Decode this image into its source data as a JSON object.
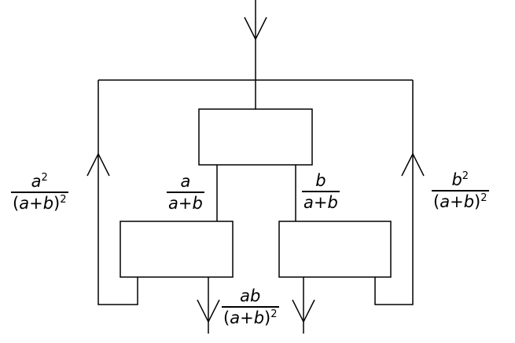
{
  "labels": {
    "left_loop": {
      "num": "a",
      "num_sup": "2",
      "den_open": "(",
      "den_a": "a",
      "den_plus": "+",
      "den_b": "b",
      "den_close": ")",
      "den_sup": "2"
    },
    "right_loop": {
      "num": "b",
      "num_sup": "2",
      "den_open": "(",
      "den_a": "a",
      "den_plus": "+",
      "den_b": "b",
      "den_close": ")",
      "den_sup": "2"
    },
    "left_branch": {
      "num": "a",
      "den_a": "a",
      "den_plus": "+",
      "den_b": "b"
    },
    "right_branch": {
      "num": "b",
      "den_a": "a",
      "den_plus": "+",
      "den_b": "b"
    },
    "bottom_output": {
      "num": "ab",
      "den_open": "(",
      "den_a": "a",
      "den_plus": "+",
      "den_b": "b",
      "den_close": ")",
      "den_sup": "2"
    }
  },
  "colors": {
    "stroke": "#000000",
    "fill": "#ffffff"
  }
}
